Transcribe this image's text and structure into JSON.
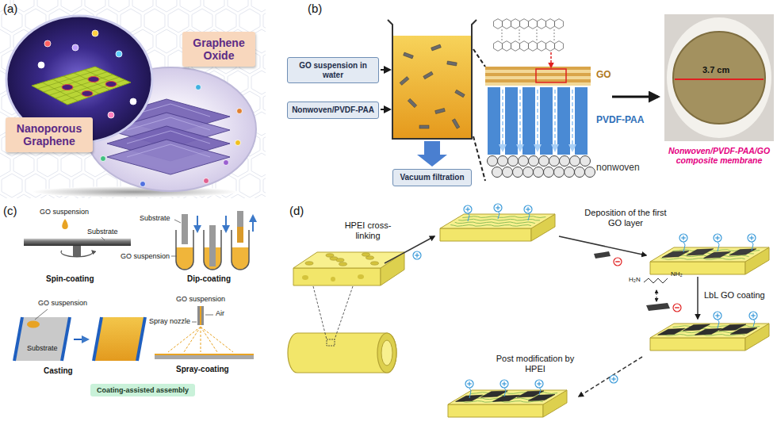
{
  "diagram": {
    "nodes": [
      {
        "text": [
          "Graphene Oxide"
        ]
      },
      {
        "text": [
          "Nanoporous Graphene"
        ]
      },
      {
        "text": [
          "GO suspension in water"
        ]
      },
      {
        "text": [
          "Nonwoven/PVDF-PAA"
        ]
      },
      {
        "text": [
          "Vacuum filtration"
        ]
      },
      {
        "text": [
          "Coating-assisted assembly"
        ]
      }
    ],
    "labels": [
      "(a)",
      "(b)",
      "GO",
      "PVDF-PAA",
      "nonwoven",
      "3.7 cm",
      "Nonwoven/PVDF-PAA/GO composite membrane",
      "(c)",
      "GO suspension",
      "Substrate",
      "Spin-coating",
      "Substrate",
      "GO suspension",
      "Dip-coating",
      "GO suspension",
      "Substrate",
      "Casting",
      "GO suspension",
      "Air",
      "Spray nozzle",
      "Spray-coating",
      "(d)",
      "HPEI cross-linking",
      "Deposition of the first GO layer",
      "H₂N",
      "NH₂",
      "LbL GO coating",
      "Post modification by HPEI"
    ]
  }
}
